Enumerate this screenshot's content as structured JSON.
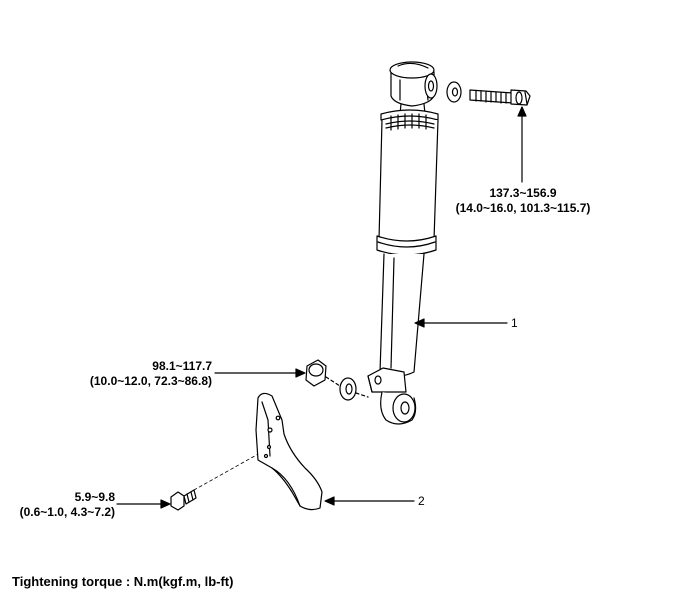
{
  "torque_labels": {
    "upper_bolt": {
      "line1": "137.3~156.9",
      "line2": "(14.0~16.0, 101.3~115.7)"
    },
    "lower_nut": {
      "line1": "98.1~117.7",
      "line2": "(10.0~12.0, 72.3~86.8)"
    },
    "bracket_bolt": {
      "line1": "5.9~9.8",
      "line2": "(0.6~1.0, 4.3~7.2)"
    }
  },
  "part_numbers": {
    "shock_absorber": "1",
    "bracket": "2"
  },
  "footer": "Tightening torque : N.m(kgf.m, lb-ft)"
}
